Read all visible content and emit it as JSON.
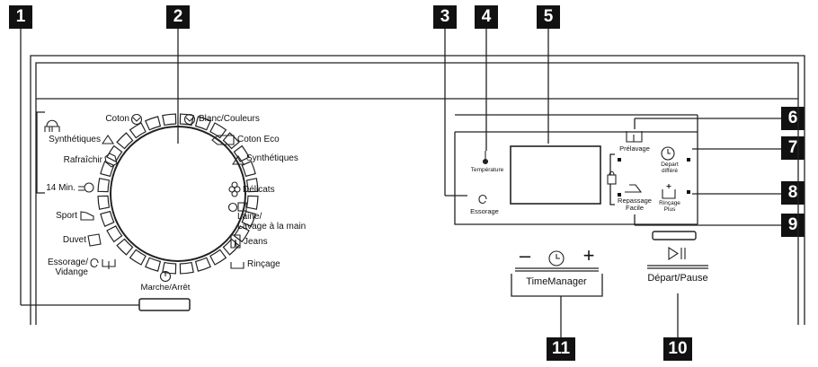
{
  "callouts": {
    "n1": "1",
    "n2": "2",
    "n3": "3",
    "n4": "4",
    "n5": "5",
    "n6": "6",
    "n7": "7",
    "n8": "8",
    "n9": "9",
    "n10": "10",
    "n11": "11"
  },
  "programs_left": {
    "coton": "Coton",
    "synthetiques": "Synthétiques",
    "rafraichir": "Rafraîchir",
    "min14": "14 Min.",
    "sport": "Sport",
    "duvet": "Duvet",
    "essorage_line1": "Essorage/",
    "essorage_line2": "Vidange"
  },
  "programs_right": {
    "blanc": "Blanc/Couleurs",
    "coton_eco": "Coton Eco",
    "synthetiques": "Synthétiques",
    "delicats": "Délicats",
    "laine_line1": "Laine/",
    "laine_line2": "Lavage à la main",
    "jeans": "Jeans",
    "rincage": "Rinçage"
  },
  "power": {
    "label": "Marche/Arrêt"
  },
  "display": {
    "temperature": "Température",
    "essorage": "Essorage",
    "prelavage": "Prélavage",
    "depart_line1": "Départ",
    "depart_line2": "différé",
    "repassage_line1": "Repassage",
    "repassage_line2": "Facile",
    "rincage_line1": "Rinçage",
    "rincage_line2": "Plus"
  },
  "time_manager": {
    "minus": "–",
    "plus": "+",
    "label": "TimeManager"
  },
  "start": {
    "label": "Départ/Pause"
  },
  "colors": {
    "line": "#222222",
    "callout_bg": "#111111",
    "callout_fg": "#ffffff"
  },
  "icons": [
    "tub-icon",
    "cotton-icon",
    "synthetic-icon",
    "refresh-icon",
    "14min-icon",
    "sport-icon",
    "duvet-icon",
    "spin-icon",
    "power-icon",
    "thermometer-icon",
    "prewash-icon",
    "clock-icon",
    "easy-iron-icon",
    "rinse-plus-icon",
    "child-lock-icon",
    "time-manager-icon",
    "play-pause-icon"
  ]
}
